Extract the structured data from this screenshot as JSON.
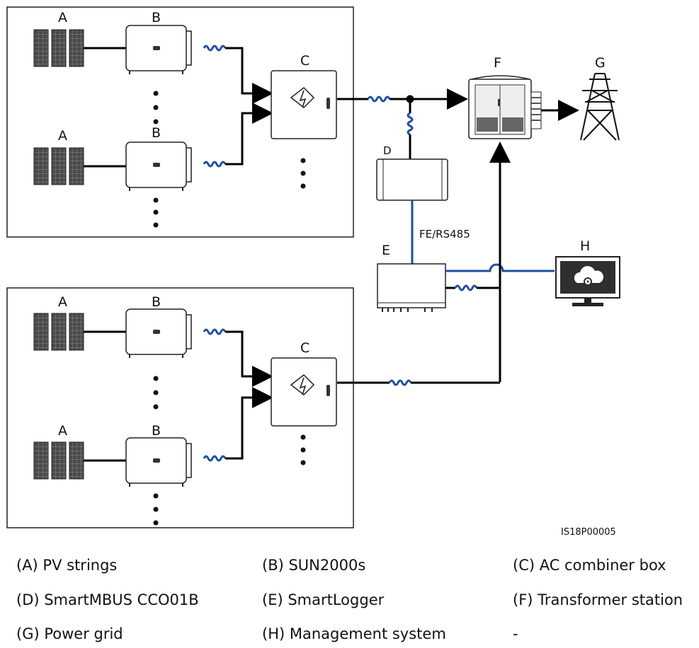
{
  "labels": {
    "pv": "A",
    "inverter": "B",
    "combiner": "C",
    "mbus": "D",
    "logger": "E",
    "transformer": "F",
    "grid": "G",
    "management": "H"
  },
  "link_label": "FE/RS485",
  "figure_code": "IS18P00005",
  "legend": [
    [
      "(A) PV strings",
      "(B) SUN2000s",
      "(C) AC combiner box"
    ],
    [
      "(D) SmartMBUS CCO01B",
      "(E) SmartLogger",
      "(F) Transformer station"
    ],
    [
      "(G) Power grid",
      "(H) Management system",
      "-"
    ]
  ],
  "colors": {
    "line": "#000000",
    "comm": "#1f4e9e",
    "panel": "#3c3c3c"
  }
}
